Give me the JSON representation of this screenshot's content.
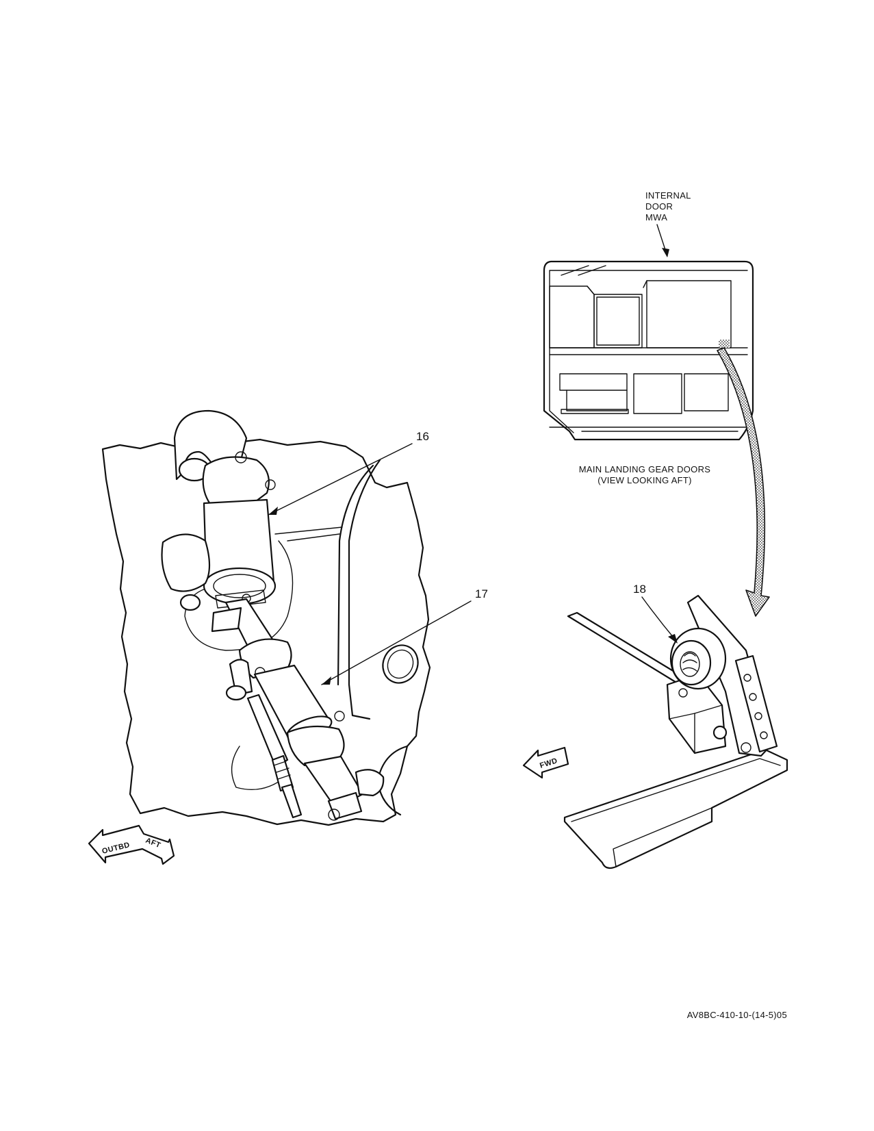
{
  "callouts": {
    "c16": "16",
    "c17": "17",
    "c18": "18"
  },
  "internal_door_label": [
    "INTERNAL",
    "DOOR",
    "MWA"
  ],
  "view_caption": [
    "MAIN LANDING GEAR DOORS",
    "(VIEW LOOKING AFT)"
  ],
  "direction_arrows": {
    "outbd": "OUTBD",
    "aft": "AFT",
    "fwd": "FWD"
  },
  "figure_code": "AV8BC-410-10-(14-5)05"
}
